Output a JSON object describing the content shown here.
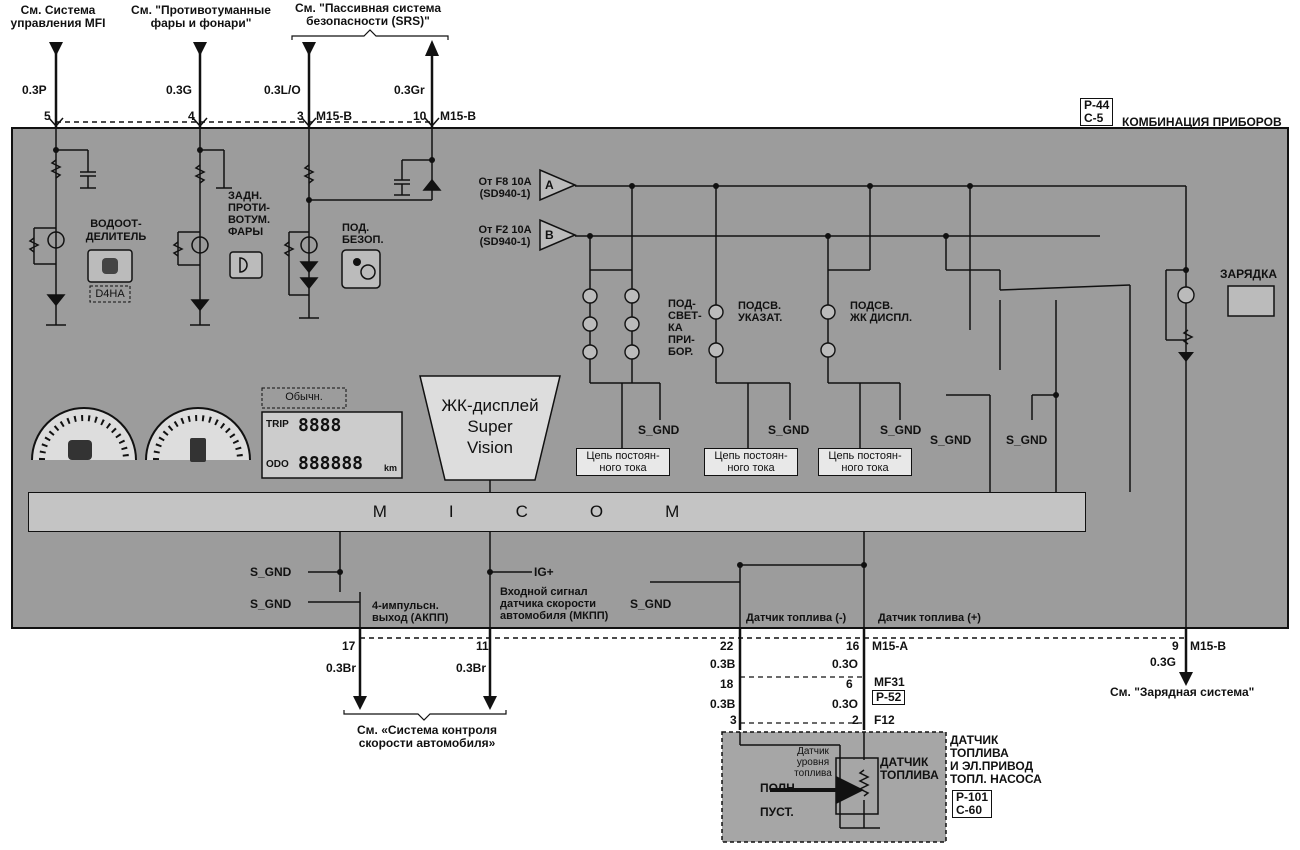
{
  "colors": {
    "panel": "#9c9c9c",
    "sensor_box": "#a6a6a6",
    "line": "#111111"
  },
  "top_refs": {
    "mfi": "См. Система\nуправления MFI",
    "fog": "См. \"Противотуманные\nфары и фонари\"",
    "srs": "См. \"Пассивная система\nбезопасности (SRS)\""
  },
  "wires_top": [
    {
      "pin": "5",
      "wire": "0.3P"
    },
    {
      "pin": "4",
      "wire": "0.3G"
    },
    {
      "pin": "3",
      "wire": "0.3L/O",
      "conn": "M15-B"
    },
    {
      "pin": "10",
      "wire": "0.3Gr",
      "conn": "M15-B"
    }
  ],
  "cluster": {
    "ref1": "P-44",
    "ref2": "C-5",
    "title": "КОМБИНАЦИЯ ПРИБОРОВ"
  },
  "labels": {
    "water_sep": "ВОДООТ-\nДЕЛИТЕЛЬ",
    "d4ha": "D4HA",
    "rear_fog": "ЗАДН.\nПРОТИ-\nВОТУМ.\nФАРЫ",
    "airbag": "ПОД.\nБЕЗОП.",
    "feed_a": "От F8 10A\n(SD940-1)",
    "feed_b": "От F2 10A\n(SD940-1)",
    "in_a": "A",
    "in_b": "B",
    "backlight_dev": "ПОД-\nСВЕТ-\nКА\nПРИ-\nБОР.",
    "backlight_ind": "ПОДСВ.\nУКАЗАТ.",
    "backlight_lcd": "ПОДСВ.\nЖК ДИСПЛ.",
    "charge": "ЗАРЯДКА",
    "normal": "Обычн.",
    "lcd_title": "ЖК-дисплей\nSuper\nVision",
    "s_gnd": "S_GND",
    "dc1": "Цепь постоян-\nного тока",
    "dc2": "Цепь постоян-\nного тока",
    "dc3": "Цепь постоян-\nного тока",
    "micom": "MICOM",
    "ig": "IG+",
    "pulse": "4-импульсн.\nвыход (АКПП)",
    "speed_signal": "Входной сигнал\nдатчика скорости\nавтомобиля (МКПП)",
    "fuel_minus": "Датчик топлива (-)",
    "fuel_plus": "Датчик топлива (+)",
    "trip": "TRIP",
    "odo": "ODO",
    "digits1": "8888",
    "digits2": "888888",
    "km": "km"
  },
  "wires_bottom": [
    {
      "pin": "17",
      "wire": "0.3Br"
    },
    {
      "pin": "11",
      "wire": "0.3Br"
    },
    {
      "pin": "22",
      "wire": "0.3B"
    },
    {
      "pin": "16",
      "wire": "0.3O",
      "conn": "M15-A"
    },
    {
      "pin": "9",
      "wire": "0.3G",
      "conn": "M15-B"
    }
  ],
  "mf31": {
    "pin_a": "18",
    "pin_b": "6",
    "conn": "MF31",
    "ref": "P-52",
    "wire_a": "0.3B",
    "wire_b": "0.3O"
  },
  "f12": {
    "pin_a": "3",
    "pin_b": "2",
    "conn": "F12"
  },
  "fuel_sender": {
    "title": "ДАТЧИК\nТОПЛИВА\nИ ЭЛ.ПРИВОД\nТОПЛ. НАСОСА",
    "level_sensor": "Датчик\nуровня\nтоплива",
    "sensor": "ДАТЧИК\nТОПЛИВА",
    "full": "ПОЛН.",
    "empty": "ПУСТ.",
    "ref1": "P-101",
    "ref2": "C-60"
  },
  "bottom_refs": {
    "speed": "См. «Система контроля\nскорости автомобиля»",
    "charging": "См. \"Зарядная система\""
  }
}
